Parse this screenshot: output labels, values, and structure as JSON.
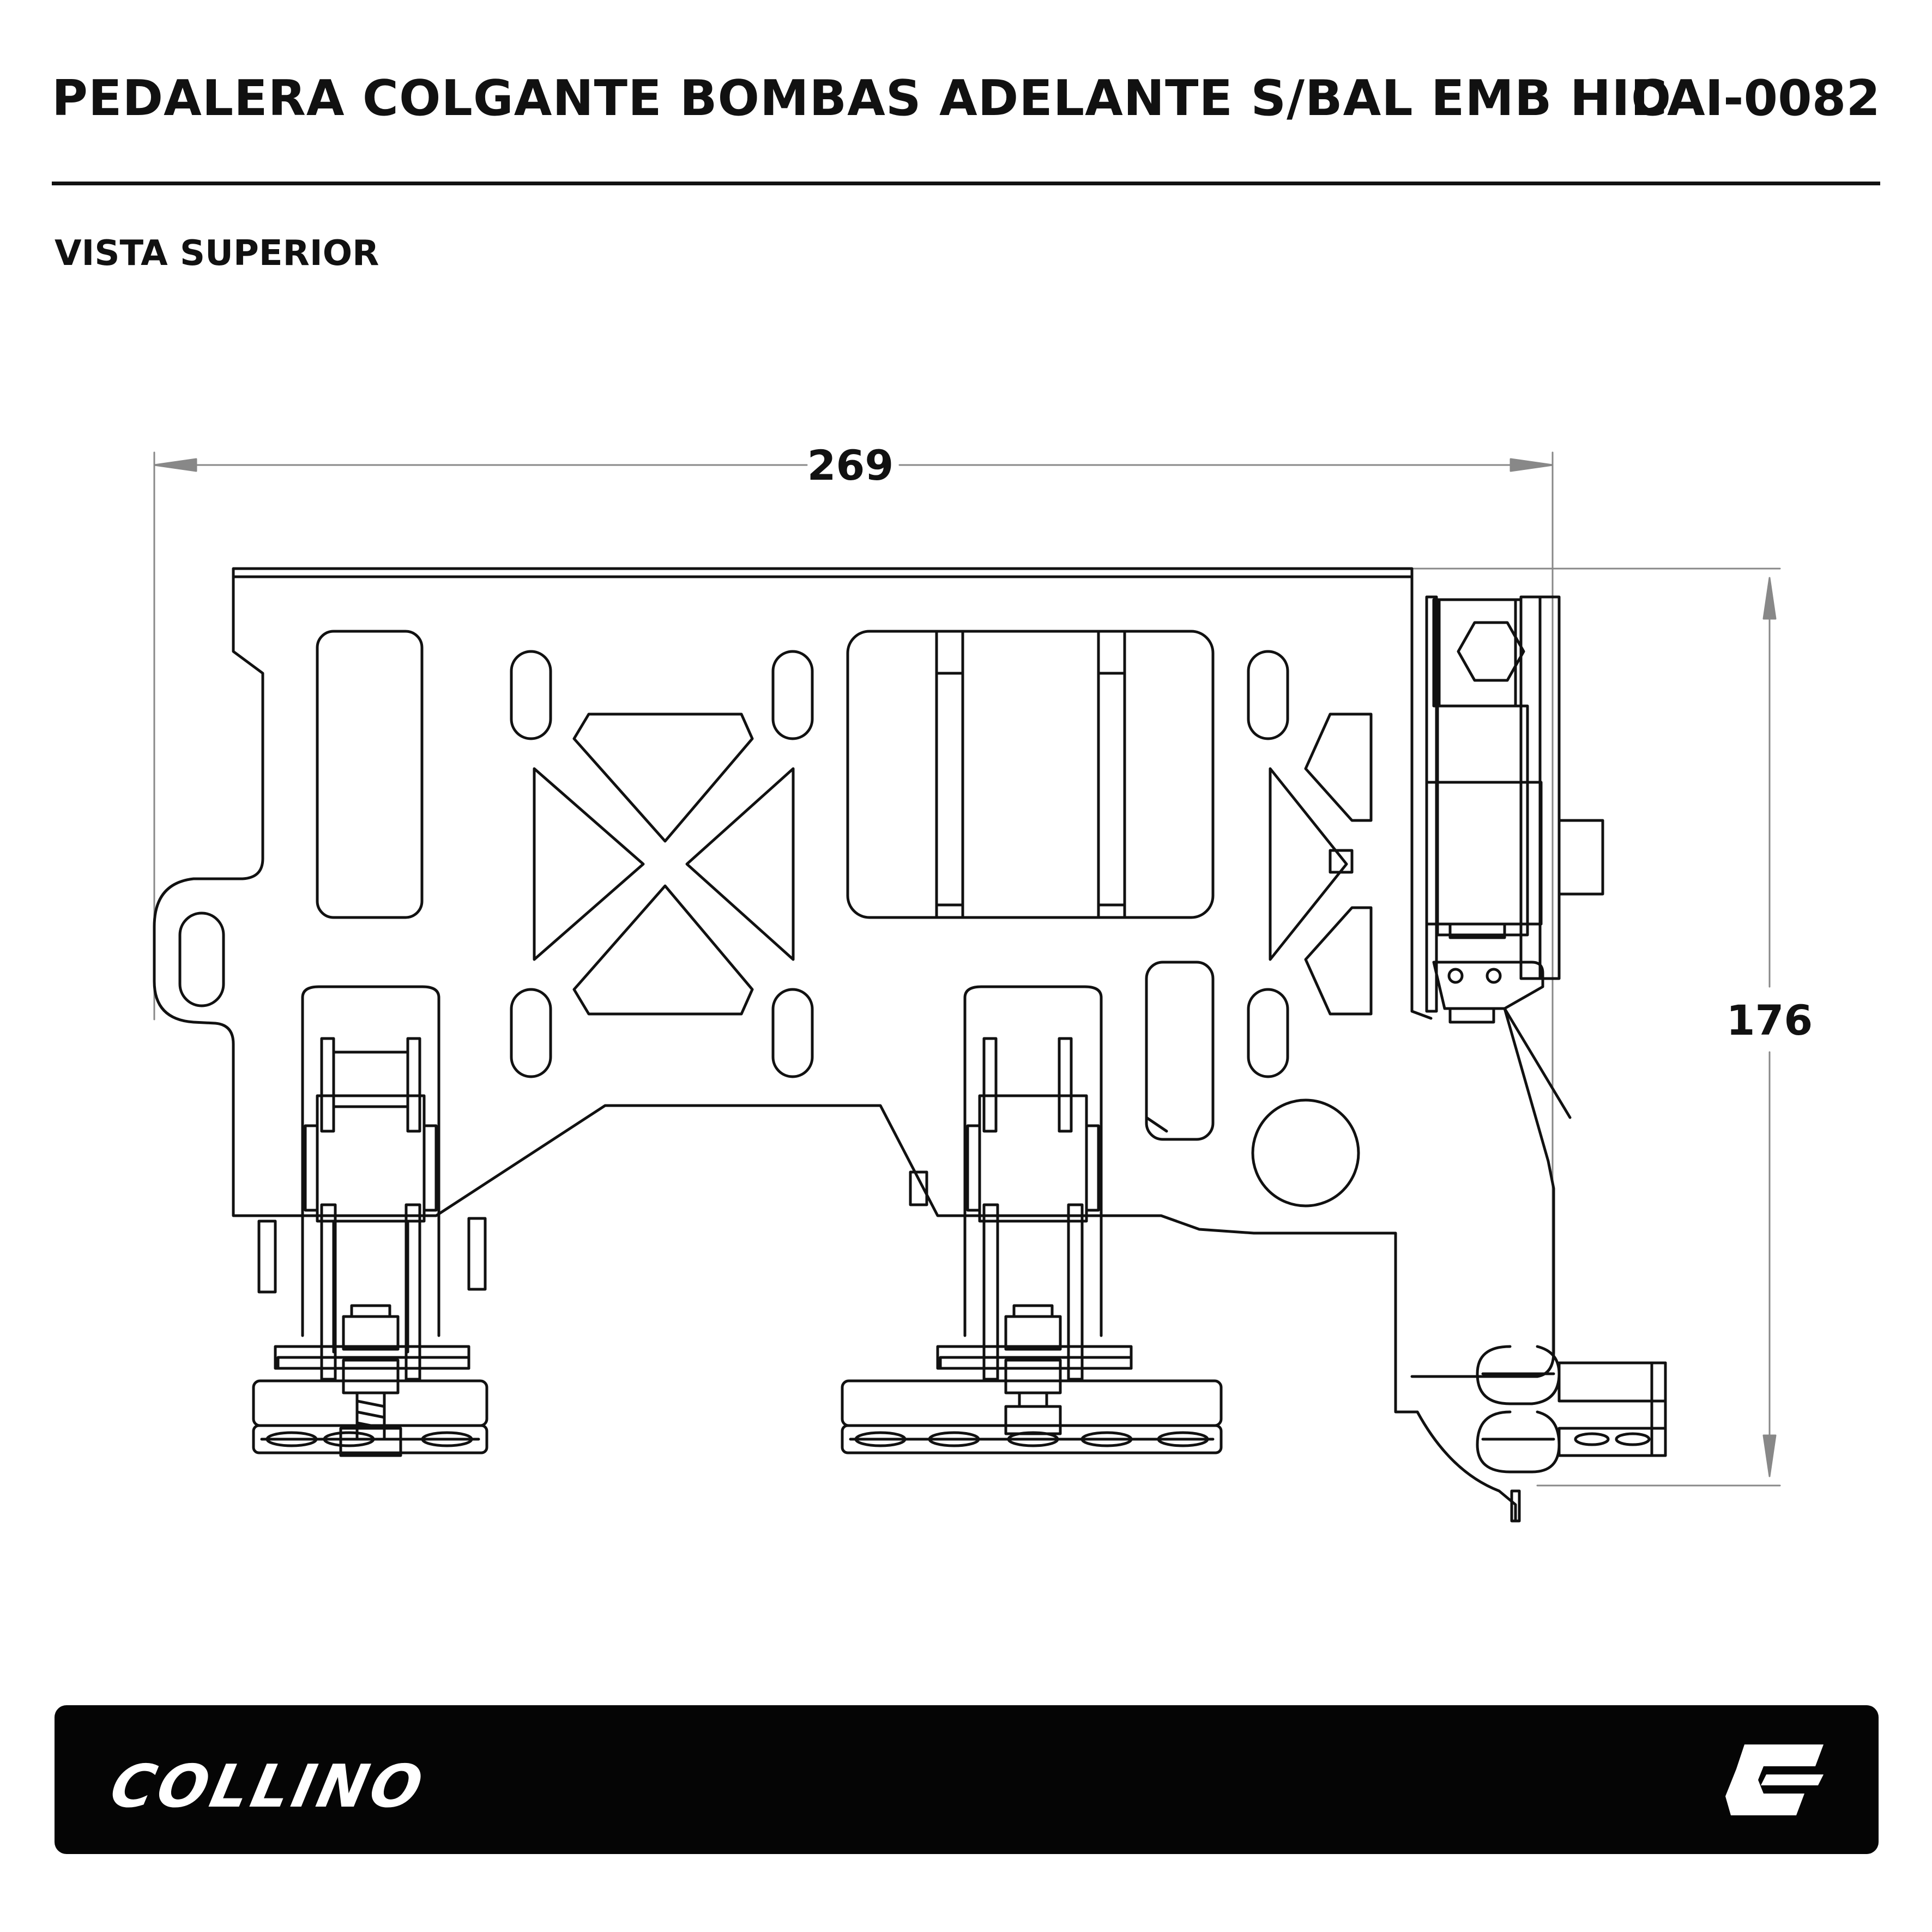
{
  "header": {
    "title": "PEDALERA COLGANTE BOMBAS ADELANTE S/BAL EMB HID",
    "code": "CAI-0082"
  },
  "view_label": "VISTA SUPERIOR",
  "dimensions": {
    "width": "269",
    "height": "176"
  },
  "footer": {
    "brand_name": "COLLINO",
    "brand_icon": "collino-c-logo-icon",
    "colors": {
      "background": "#050505",
      "text": "#ffffff"
    }
  }
}
